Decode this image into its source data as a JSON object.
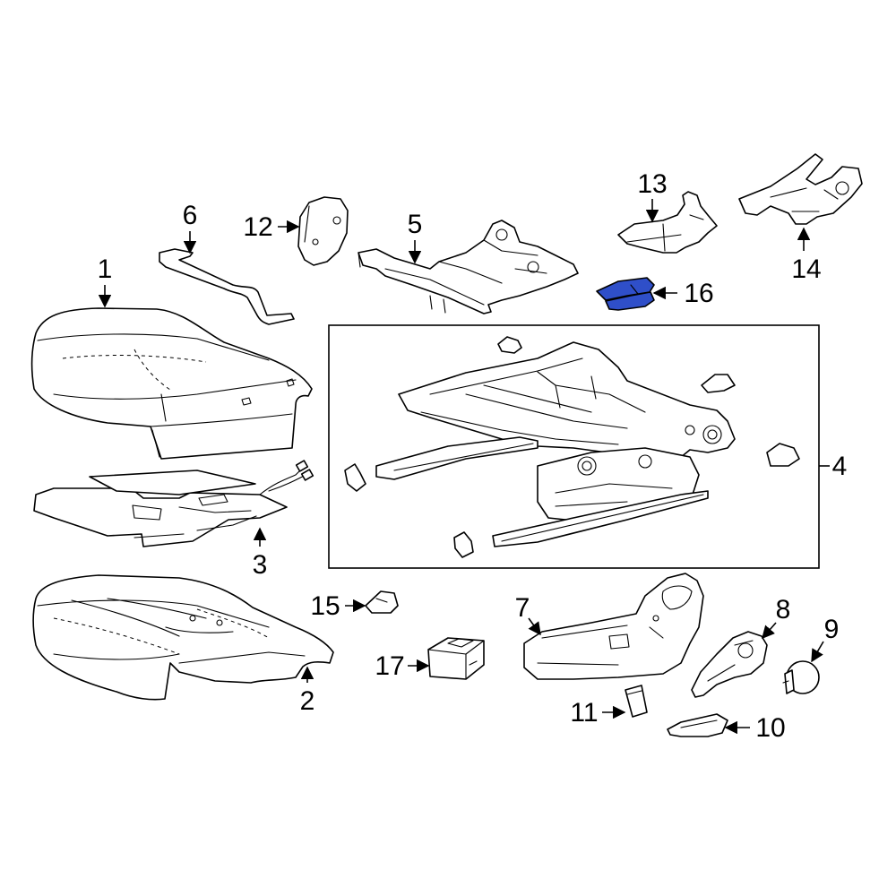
{
  "highlight_color": "#2f4fc9",
  "highlighted_part": "16",
  "callouts": [
    {
      "id": "c1",
      "label": "1"
    },
    {
      "id": "c2",
      "label": "2"
    },
    {
      "id": "c3",
      "label": "3"
    },
    {
      "id": "c4",
      "label": "4"
    },
    {
      "id": "c5",
      "label": "5"
    },
    {
      "id": "c6",
      "label": "6"
    },
    {
      "id": "c7",
      "label": "7"
    },
    {
      "id": "c8",
      "label": "8"
    },
    {
      "id": "c9",
      "label": "9"
    },
    {
      "id": "c10",
      "label": "10"
    },
    {
      "id": "c11",
      "label": "11"
    },
    {
      "id": "c12",
      "label": "12"
    },
    {
      "id": "c13",
      "label": "13"
    },
    {
      "id": "c14",
      "label": "14"
    },
    {
      "id": "c15",
      "label": "15"
    },
    {
      "id": "c16",
      "label": "16"
    },
    {
      "id": "c17",
      "label": "17"
    }
  ]
}
